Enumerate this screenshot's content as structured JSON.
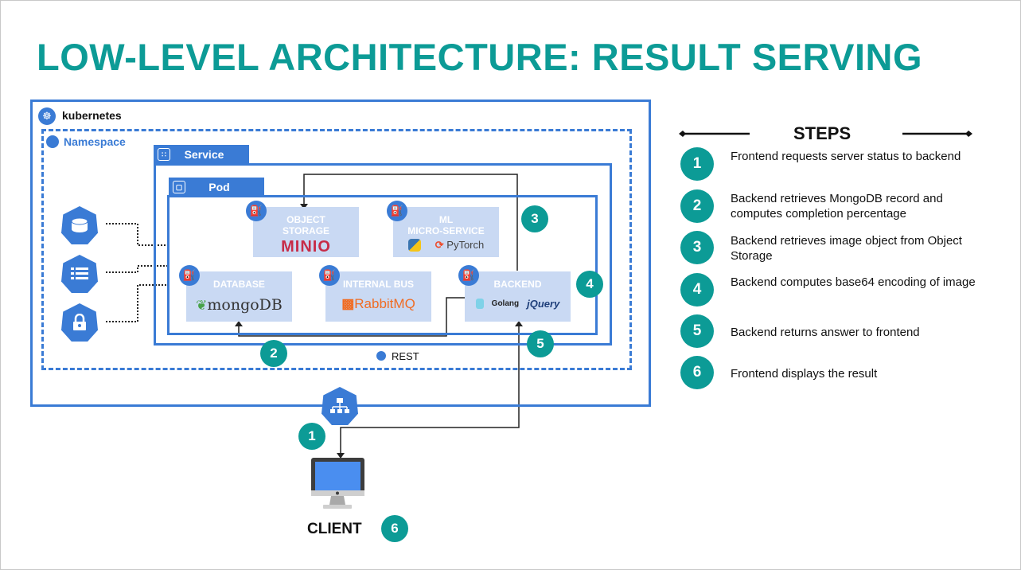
{
  "title": "LOW-LEVEL ARCHITECTURE: RESULT SERVING",
  "diagram": {
    "kubernetes_label": "kubernetes",
    "namespace_label": "Namespace",
    "service_label": "Service",
    "pod_label": "Pod",
    "components": {
      "object_storage": {
        "title_line1": "OBJECT",
        "title_line2": "STORAGE",
        "logo": "MINIO"
      },
      "ml_service": {
        "title_line1": "ML",
        "title_line2": "MICRO-SERVICE",
        "logo": "PyTorch"
      },
      "database": {
        "title": "DATABASE",
        "logo": "mongoDB"
      },
      "internal_bus": {
        "title": "INTERNAL BUS",
        "logo": "RabbitMQ"
      },
      "backend": {
        "title": "BACKEND",
        "logo_go": "Golang",
        "logo_jq": "jQuery"
      }
    },
    "rest_label": "REST",
    "client_label": "CLIENT",
    "diagram_steps": {
      "s1": "1",
      "s2": "2",
      "s3": "3",
      "s4": "4",
      "s5": "5",
      "s6": "6"
    }
  },
  "steps_panel": {
    "heading": "STEPS",
    "items": [
      {
        "num": "1",
        "text": "Frontend requests server status to backend"
      },
      {
        "num": "2",
        "text": "Backend retrieves MongoDB record and computes completion percentage"
      },
      {
        "num": "3",
        "text": "Backend retrieves image object from Object Storage"
      },
      {
        "num": "4",
        "text": "Backend computes base64 encoding of image"
      },
      {
        "num": "5",
        "text": "Backend returns answer to frontend"
      },
      {
        "num": "6",
        "text": "Frontend displays the result"
      }
    ]
  },
  "colors": {
    "accent": "#0c9b96",
    "k8s_blue": "#3a7bd5",
    "component_bg": "#c9d9f3"
  }
}
